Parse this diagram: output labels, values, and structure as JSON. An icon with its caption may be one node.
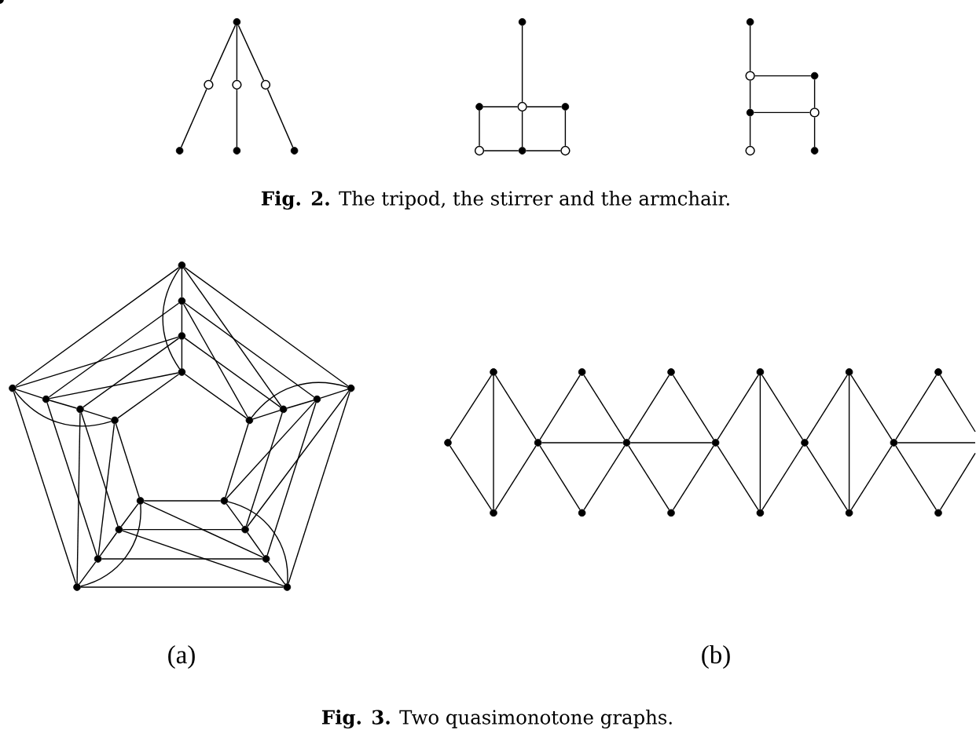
{
  "diagram": {
    "caption": "**Fig. 3.** Two quasimonotone graphs.",
    "nodes": [
      {
        "text": [],
        "shape": "dot"
      },
      {
        "text": [],
        "shape": "circle"
      },
      {
        "text": [],
        "shape": "circle"
      },
      {
        "text": [],
        "shape": "circle"
      },
      {
        "text": [],
        "shape": "dot"
      },
      {
        "text": [],
        "shape": "dot"
      },
      {
        "text": [],
        "shape": "dot"
      },
      {
        "text": [],
        "shape": "dot"
      },
      {
        "text": [],
        "shape": "dot"
      },
      {
        "text": [],
        "shape": "circle"
      },
      {
        "text": [],
        "shape": "dot"
      },
      {
        "text": [],
        "shape": "circle"
      },
      {
        "text": [],
        "shape": "dot"
      },
      {
        "text": [],
        "shape": "circle"
      },
      {
        "text": [],
        "shape": "dot"
      },
      {
        "text": [],
        "shape": "circle"
      },
      {
        "text": [],
        "shape": "dot"
      },
      {
        "text": [],
        "shape": "dot"
      },
      {
        "text": [],
        "shape": "circle"
      },
      {
        "text": [],
        "shape": "circle"
      },
      {
        "text": [],
        "shape": "dot"
      },
      {
        "text": [],
        "shape": "dot"
      },
      {
        "text": [],
        "shape": "dot"
      },
      {
        "text": [],
        "shape": "dot"
      },
      {
        "text": [],
        "shape": "dot"
      },
      {
        "text": [],
        "shape": "dot"
      },
      {
        "text": [],
        "shape": "dot"
      },
      {
        "text": [],
        "shape": "dot"
      },
      {
        "text": [],
        "shape": "dot"
      },
      {
        "text": [],
        "shape": "dot"
      },
      {
        "text": [],
        "shape": "dot"
      },
      {
        "text": [],
        "shape": "dot"
      },
      {
        "text": [],
        "shape": "dot"
      },
      {
        "text": [],
        "shape": "dot"
      },
      {
        "text": [],
        "shape": "dot"
      },
      {
        "text": [],
        "shape": "dot"
      },
      {
        "text": [],
        "shape": "dot"
      },
      {
        "text": [],
        "shape": "dot"
      },
      {
        "text": [],
        "shape": "dot"
      },
      {
        "text": [],
        "shape": "dot"
      },
      {
        "text": [],
        "shape": "dot"
      },
      {
        "text": [],
        "shape": "dot"
      },
      {
        "text": [],
        "shape": "dot"
      },
      {
        "text": [],
        "shape": "dot"
      },
      {
        "text": [],
        "shape": "dot"
      },
      {
        "text": [],
        "shape": "dot"
      },
      {
        "text": [],
        "shape": "dot"
      },
      {
        "text": [],
        "shape": "dot"
      },
      {
        "text": [],
        "shape": "dot"
      },
      {
        "text": [],
        "shape": "dot"
      },
      {
        "text": [],
        "shape": "dot"
      },
      {
        "text": [],
        "shape": "dot"
      },
      {
        "text": [],
        "shape": "dot"
      },
      {
        "text": [],
        "shape": "dot"
      },
      {
        "text": [],
        "shape": "dot"
      },
      {
        "text": [],
        "shape": "dot"
      },
      {
        "text": [],
        "shape": "dot"
      },
      {
        "text": [],
        "shape": "dot"
      },
      {
        "text": [],
        "shape": "dot"
      },
      {
        "text": [],
        "shape": "dot"
      }
    ],
    "edges": [
      {
        "from": 0,
        "to": 1,
        "arrow": "none"
      },
      {
        "from": 1,
        "to": 4,
        "arrow": "none"
      },
      {
        "from": 0,
        "to": 2,
        "arrow": "none"
      },
      {
        "from": 2,
        "to": 5,
        "arrow": "none"
      },
      {
        "from": 0,
        "to": 3,
        "arrow": "none"
      },
      {
        "from": 3,
        "to": 6,
        "arrow": "none"
      },
      {
        "from": 7,
        "to": 9,
        "arrow": "none"
      },
      {
        "from": 8,
        "to": 9,
        "arrow": "none"
      },
      {
        "from": 9,
        "to": 10,
        "arrow": "none"
      },
      {
        "from": 8,
        "to": 11,
        "arrow": "none"
      },
      {
        "from": 9,
        "to": 12,
        "arrow": "none"
      },
      {
        "from": 10,
        "to": 13,
        "arrow": "none"
      },
      {
        "from": 11,
        "to": 12,
        "arrow": "none"
      },
      {
        "from": 12,
        "to": 13,
        "arrow": "none"
      },
      {
        "from": 14,
        "to": 15,
        "arrow": "none"
      },
      {
        "from": 15,
        "to": 17,
        "arrow": "none"
      },
      {
        "from": 17,
        "to": 19,
        "arrow": "none"
      },
      {
        "from": 15,
        "to": 16,
        "arrow": "none"
      },
      {
        "from": 17,
        "to": 18,
        "arrow": "none"
      },
      {
        "from": 16,
        "to": 18,
        "arrow": "none"
      },
      {
        "from": 18,
        "to": 20,
        "arrow": "none"
      },
      {
        "from": 21,
        "to": 22,
        "arrow": "none"
      },
      {
        "from": 22,
        "to": 23,
        "arrow": "none"
      },
      {
        "from": 23,
        "to": 24,
        "arrow": "none"
      },
      {
        "from": 21,
        "to": 24,
        "arrow": "none"
      },
      {
        "from": 32,
        "to": 31,
        "arrow": "none"
      },
      {
        "from": 31,
        "to": 30,
        "arrow": "none"
      },
      {
        "from": 30,
        "to": 29,
        "arrow": "none"
      },
      {
        "from": 32,
        "to": 29,
        "arrow": "none"
      },
      {
        "from": 40,
        "to": 38,
        "arrow": "none"
      },
      {
        "from": 38,
        "to": 36,
        "arrow": "none"
      },
      {
        "from": 36,
        "to": 34,
        "arrow": "none"
      },
      {
        "from": 40,
        "to": 34,
        "arrow": "none"
      },
      {
        "from": 39,
        "to": 37,
        "arrow": "none"
      },
      {
        "from": 37,
        "to": 35,
        "arrow": "none"
      },
      {
        "from": 35,
        "to": 33,
        "arrow": "none"
      },
      {
        "from": 39,
        "to": 33,
        "arrow": "none"
      },
      {
        "from": 25,
        "to": 26,
        "arrow": "none"
      },
      {
        "from": 26,
        "to": 27,
        "arrow": "none"
      },
      {
        "from": 27,
        "to": 28,
        "arrow": "none"
      },
      {
        "from": 25,
        "to": 28,
        "arrow": "none"
      },
      {
        "from": 21,
        "to": 32,
        "arrow": "none"
      },
      {
        "from": 22,
        "to": 31,
        "arrow": "none"
      },
      {
        "from": 23,
        "to": 30,
        "arrow": "none"
      },
      {
        "from": 24,
        "to": 29,
        "arrow": "none"
      },
      {
        "from": 29,
        "to": 22,
        "arrow": "none"
      },
      {
        "from": 30,
        "to": 21,
        "arrow": "none"
      },
      {
        "from": 32,
        "to": 40,
        "arrow": "none"
      },
      {
        "from": 31,
        "to": 38,
        "arrow": "none"
      },
      {
        "from": 30,
        "to": 36,
        "arrow": "none"
      },
      {
        "from": 29,
        "to": 34,
        "arrow": "none"
      },
      {
        "from": 34,
        "to": 31,
        "arrow": "none"
      },
      {
        "from": 36,
        "to": 32,
        "arrow": "none"
      },
      {
        "from": 40,
        "to": 39,
        "arrow": "none"
      },
      {
        "from": 38,
        "to": 37,
        "arrow": "none"
      },
      {
        "from": 36,
        "to": 35,
        "arrow": "none"
      },
      {
        "from": 34,
        "to": 33,
        "arrow": "none"
      },
      {
        "from": 33,
        "to": 38,
        "arrow": "none"
      },
      {
        "from": 35,
        "to": 40,
        "arrow": "none"
      },
      {
        "from": 39,
        "to": 25,
        "arrow": "none"
      },
      {
        "from": 37,
        "to": 26,
        "arrow": "none"
      },
      {
        "from": 35,
        "to": 27,
        "arrow": "none"
      },
      {
        "from": 33,
        "to": 28,
        "arrow": "none"
      },
      {
        "from": 28,
        "to": 37,
        "arrow": "none"
      },
      {
        "from": 27,
        "to": 39,
        "arrow": "none"
      },
      {
        "from": 25,
        "to": 21,
        "arrow": "none"
      },
      {
        "from": 26,
        "to": 22,
        "arrow": "none"
      },
      {
        "from": 27,
        "to": 23,
        "arrow": "none"
      },
      {
        "from": 28,
        "to": 24,
        "arrow": "none"
      },
      {
        "from": 24,
        "to": 26,
        "arrow": "none"
      },
      {
        "from": 23,
        "to": 25,
        "arrow": "none"
      },
      {
        "from": 41,
        "to": 42,
        "arrow": "none"
      },
      {
        "from": 41,
        "to": 43,
        "arrow": "none"
      },
      {
        "from": 42,
        "to": 43,
        "arrow": "none"
      },
      {
        "from": 42,
        "to": 44,
        "arrow": "none"
      },
      {
        "from": 43,
        "to": 44,
        "arrow": "none"
      },
      {
        "from": 44,
        "to": 45,
        "arrow": "none"
      },
      {
        "from": 44,
        "to": 46,
        "arrow": "none"
      },
      {
        "from": 45,
        "to": 47,
        "arrow": "none"
      },
      {
        "from": 46,
        "to": 47,
        "arrow": "none"
      },
      {
        "from": 44,
        "to": 47,
        "arrow": "none"
      },
      {
        "from": 47,
        "to": 48,
        "arrow": "none"
      },
      {
        "from": 47,
        "to": 49,
        "arrow": "none"
      },
      {
        "from": 48,
        "to": 50,
        "arrow": "none"
      },
      {
        "from": 49,
        "to": 50,
        "arrow": "none"
      },
      {
        "from": 47,
        "to": 50,
        "arrow": "none"
      },
      {
        "from": 50,
        "to": 51,
        "arrow": "none"
      },
      {
        "from": 50,
        "to": 52,
        "arrow": "none"
      },
      {
        "from": 51,
        "to": 53,
        "arrow": "none"
      },
      {
        "from": 52,
        "to": 53,
        "arrow": "none"
      },
      {
        "from": 51,
        "to": 52,
        "arrow": "none"
      },
      {
        "from": 53,
        "to": 54,
        "arrow": "none"
      },
      {
        "from": 53,
        "to": 55,
        "arrow": "none"
      },
      {
        "from": 54,
        "to": 56,
        "arrow": "none"
      },
      {
        "from": 55,
        "to": 56,
        "arrow": "none"
      },
      {
        "from": 54,
        "to": 55,
        "arrow": "none"
      },
      {
        "from": 56,
        "to": 57,
        "arrow": "none"
      },
      {
        "from": 56,
        "to": 58,
        "arrow": "none"
      },
      {
        "from": 57,
        "to": null,
        "arrow": "none"
      },
      {
        "from": 58,
        "to": null,
        "arrow": "none"
      },
      {
        "from": 56,
        "to": null,
        "arrow": "none"
      }
    ],
    "labels": [
      "**Fig. 2.** The tripod, the stirrer and the armchair.",
      "(a)",
      "(b)"
    ]
  }
}
